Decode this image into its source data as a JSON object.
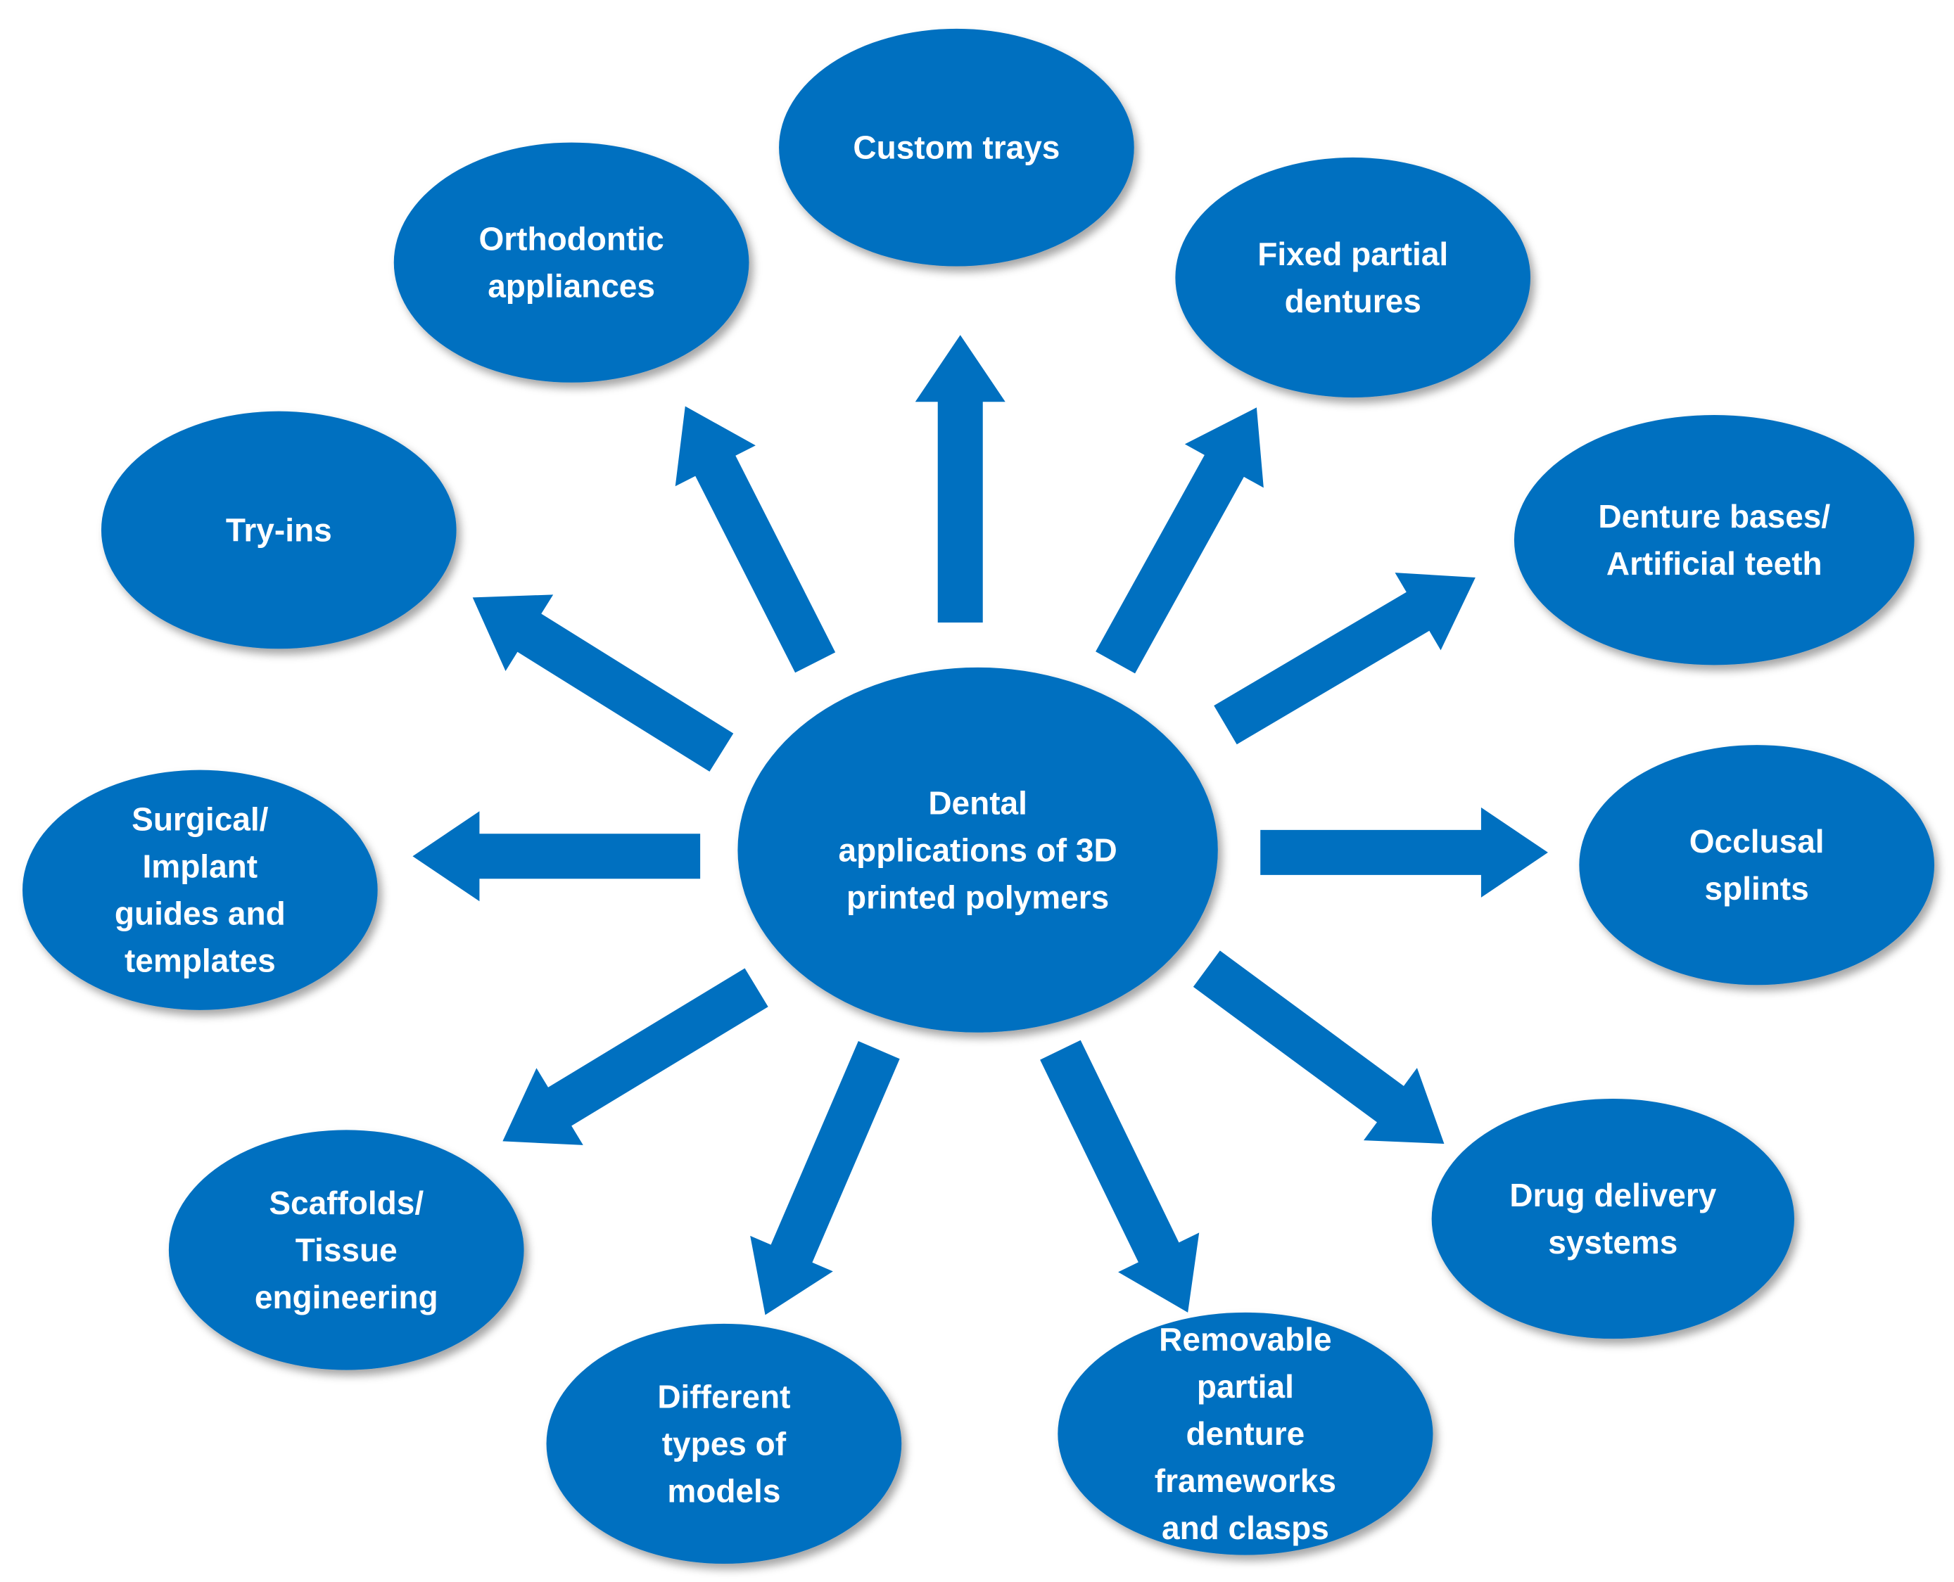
{
  "diagram": {
    "center": {
      "lines": [
        "Dental",
        "applications of 3D",
        "printed polymers"
      ]
    },
    "nodes": [
      {
        "id": "custom-trays",
        "lines": [
          "Custom trays"
        ]
      },
      {
        "id": "orthodontic-appliances",
        "lines": [
          "Orthodontic",
          "appliances"
        ]
      },
      {
        "id": "fixed-partial-dentures",
        "lines": [
          "Fixed partial",
          "dentures"
        ]
      },
      {
        "id": "denture-bases",
        "lines": [
          "Denture bases/",
          "Artificial teeth"
        ]
      },
      {
        "id": "try-ins",
        "lines": [
          "Try-ins"
        ]
      },
      {
        "id": "surgical-guides",
        "lines": [
          "Surgical/",
          "Implant",
          "guides and",
          "templates"
        ]
      },
      {
        "id": "occlusal-splints",
        "lines": [
          "Occlusal",
          "splints"
        ]
      },
      {
        "id": "drug-delivery",
        "lines": [
          "Drug delivery",
          "systems"
        ]
      },
      {
        "id": "scaffolds",
        "lines": [
          "Scaffolds/",
          "Tissue",
          "engineering"
        ]
      },
      {
        "id": "models",
        "lines": [
          "Different",
          "types of",
          "models"
        ]
      },
      {
        "id": "removable-frameworks",
        "lines": [
          "Removable",
          "partial",
          "denture",
          "frameworks",
          "and clasps"
        ]
      }
    ],
    "colors": {
      "node": "#0070C0",
      "text": "#FFFFFF"
    }
  }
}
